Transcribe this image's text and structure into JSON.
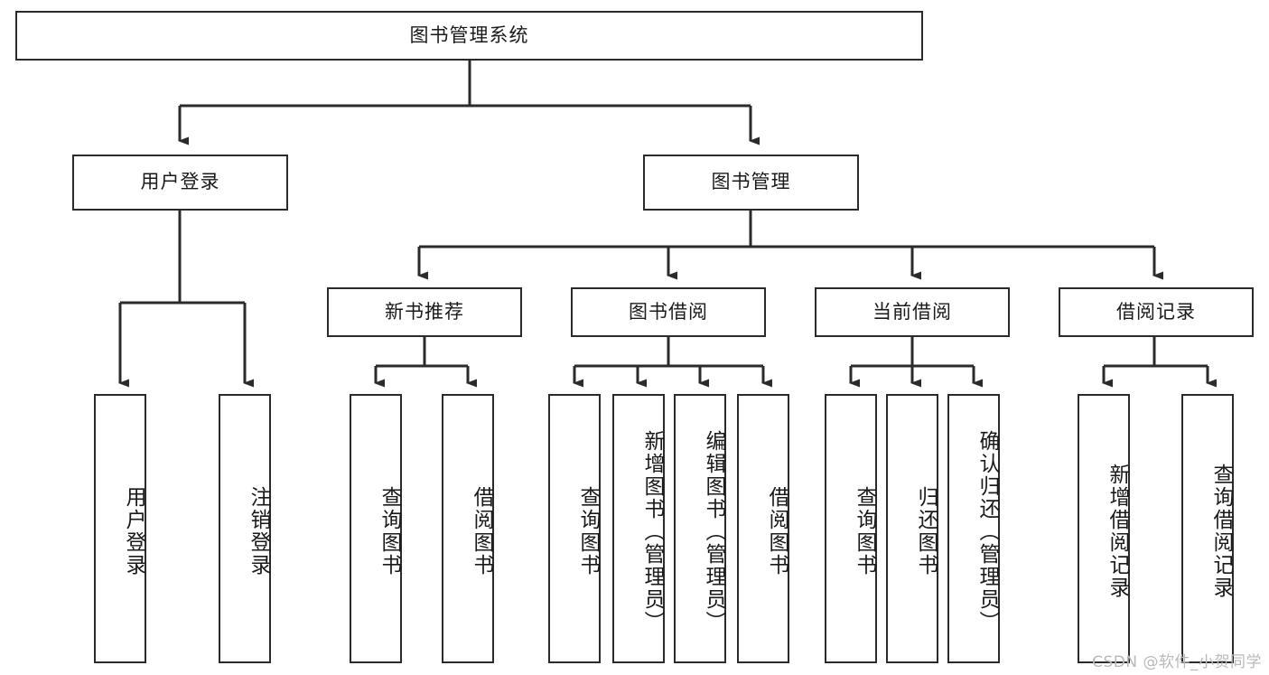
{
  "diagram": {
    "title": "图书管理系统",
    "type": "tree-hierarchy-chart",
    "watermark": "CSDN @软件_小贺同学",
    "colors": {
      "background": "#ffffff",
      "box_border": "#2b2b2b",
      "box_fill": "#ffffff",
      "connector": "#2b2b2b",
      "text": "#1a1a1a",
      "watermark": "#b9b9b9"
    },
    "nodes": {
      "root": {
        "label": "图书管理系统"
      },
      "level2": [
        {
          "label": "用户登录"
        },
        {
          "label": "图书管理"
        }
      ],
      "level3": [
        {
          "label": "新书推荐"
        },
        {
          "label": "图书借阅"
        },
        {
          "label": "当前借阅"
        },
        {
          "label": "借阅记录"
        }
      ],
      "leaves": {
        "user_login": [
          {
            "label": "用户登录"
          },
          {
            "label": "注销登录"
          }
        ],
        "new_book": [
          {
            "label": "查询图书"
          },
          {
            "label": "借阅图书"
          }
        ],
        "book_borrow": [
          {
            "label": "查询图书"
          },
          {
            "label": "新增图书（管理员）"
          },
          {
            "label": "编辑图书（管理员）"
          },
          {
            "label": "借阅图书"
          }
        ],
        "current_borrow": [
          {
            "label": "查询图书"
          },
          {
            "label": "归还图书"
          },
          {
            "label": "确认归还（管理员）"
          }
        ],
        "borrow_record": [
          {
            "label": "新增借阅记录"
          },
          {
            "label": "查询借阅记录"
          }
        ]
      }
    }
  }
}
